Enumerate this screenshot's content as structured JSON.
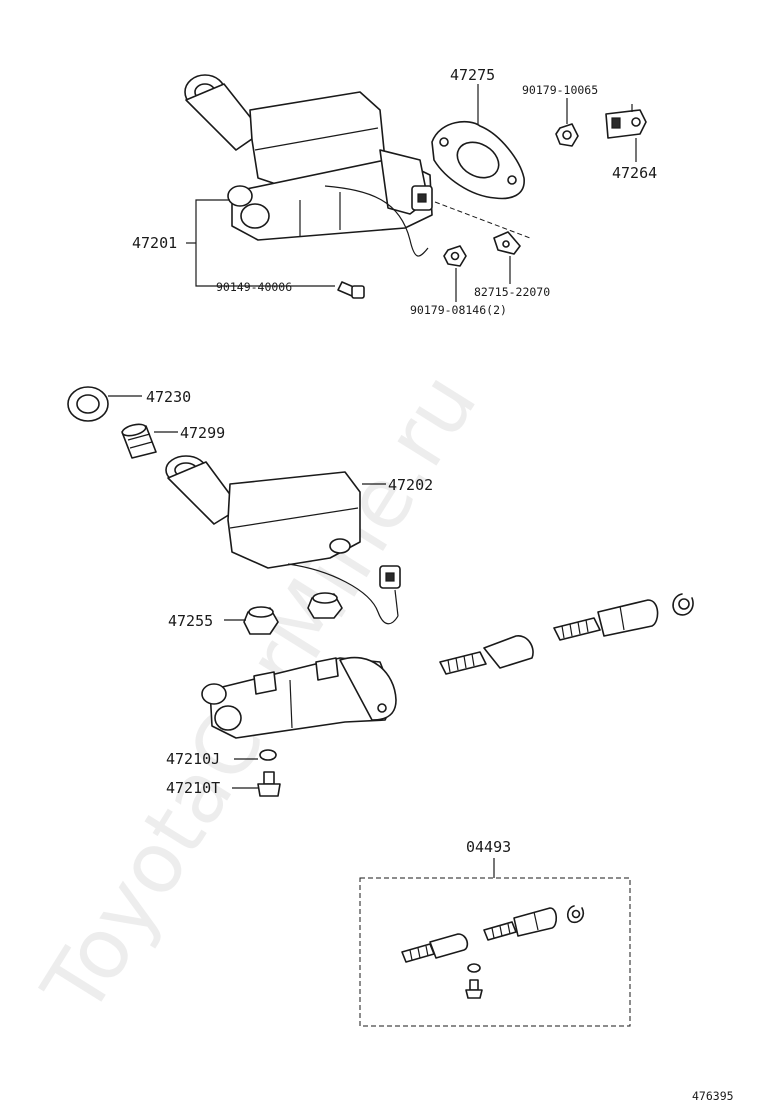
{
  "watermark": "ToyotaCarMine.ru",
  "figure_id": "476395",
  "callouts": {
    "p47275": "47275",
    "p90179_10065": "90179-10065",
    "p47264": "47264",
    "p47201": "47201",
    "p90149_40006": "90149-40006",
    "p82715_22070": "82715-22070",
    "p90179_08146": "90179-08146(2)",
    "p47230": "47230",
    "p47299": "47299",
    "p47202": "47202",
    "p47255": "47255",
    "p47210J": "47210J",
    "p47210T": "47210T",
    "p04493": "04493"
  }
}
